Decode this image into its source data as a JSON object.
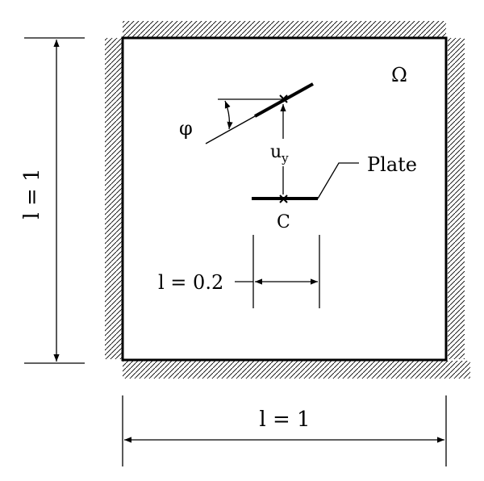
{
  "labels": {
    "domain": "Ω",
    "angle": "φ",
    "displacement_main": "u",
    "displacement_sub": "y",
    "plate": "Plate",
    "center": "C",
    "plate_length": "l = 0.2",
    "height": "l = 1",
    "width": "l = 1"
  },
  "colors": {
    "line": "#000000",
    "background": "#ffffff"
  }
}
